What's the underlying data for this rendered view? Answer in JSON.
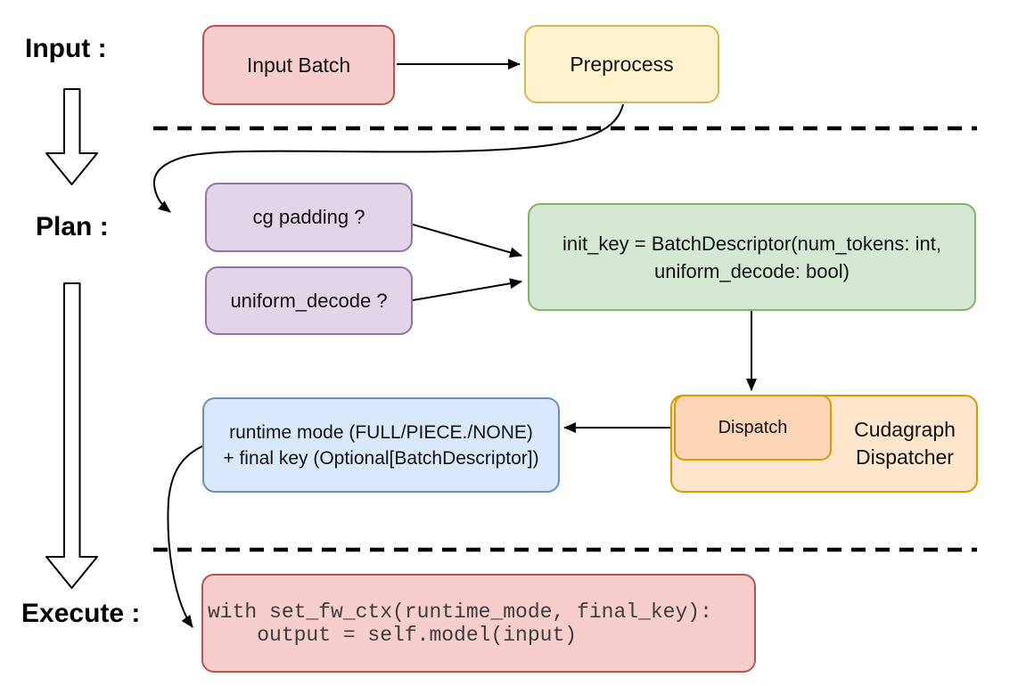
{
  "stage_labels": {
    "input": "Input :",
    "plan": "Plan :",
    "execute": "Execute :"
  },
  "nodes": {
    "input_batch": "Input Batch",
    "preprocess": "Preprocess",
    "cg_padding": "cg padding ?",
    "uniform_decode": "uniform_decode ?",
    "init_key_line1": "init_key = BatchDescriptor(num_tokens: int,",
    "init_key_line2": "uniform_decode: bool)",
    "dispatch": "Dispatch",
    "dispatcher_line1": "Cudagraph",
    "dispatcher_line2": "Dispatcher",
    "runtime_line1": "runtime mode (FULL/PIECE./NONE)",
    "runtime_line2": "+ final key (Optional[BatchDescriptor])",
    "code_line1": "with set_fw_ctx(runtime_mode, final_key):",
    "code_line2": "    output = self.model(input)"
  },
  "colors": {
    "red_fill": "#f8cecc",
    "red_stroke": "#b85450",
    "yellow_fill": "#fff2cc",
    "yellow_stroke": "#d6b656",
    "purple_fill": "#e1d5e7",
    "purple_stroke": "#9673a6",
    "green_fill": "#d5e8d4",
    "green_stroke": "#82b366",
    "blue_fill": "#dae8fc",
    "blue_stroke": "#6c8ebf",
    "orange_fill": "#ffe6cc",
    "orange_inner_fill": "#fbd5b5",
    "orange_stroke": "#d79b00",
    "text_color": "#111111",
    "code_text": "#3c3c3c",
    "connector_color": "#000000"
  }
}
